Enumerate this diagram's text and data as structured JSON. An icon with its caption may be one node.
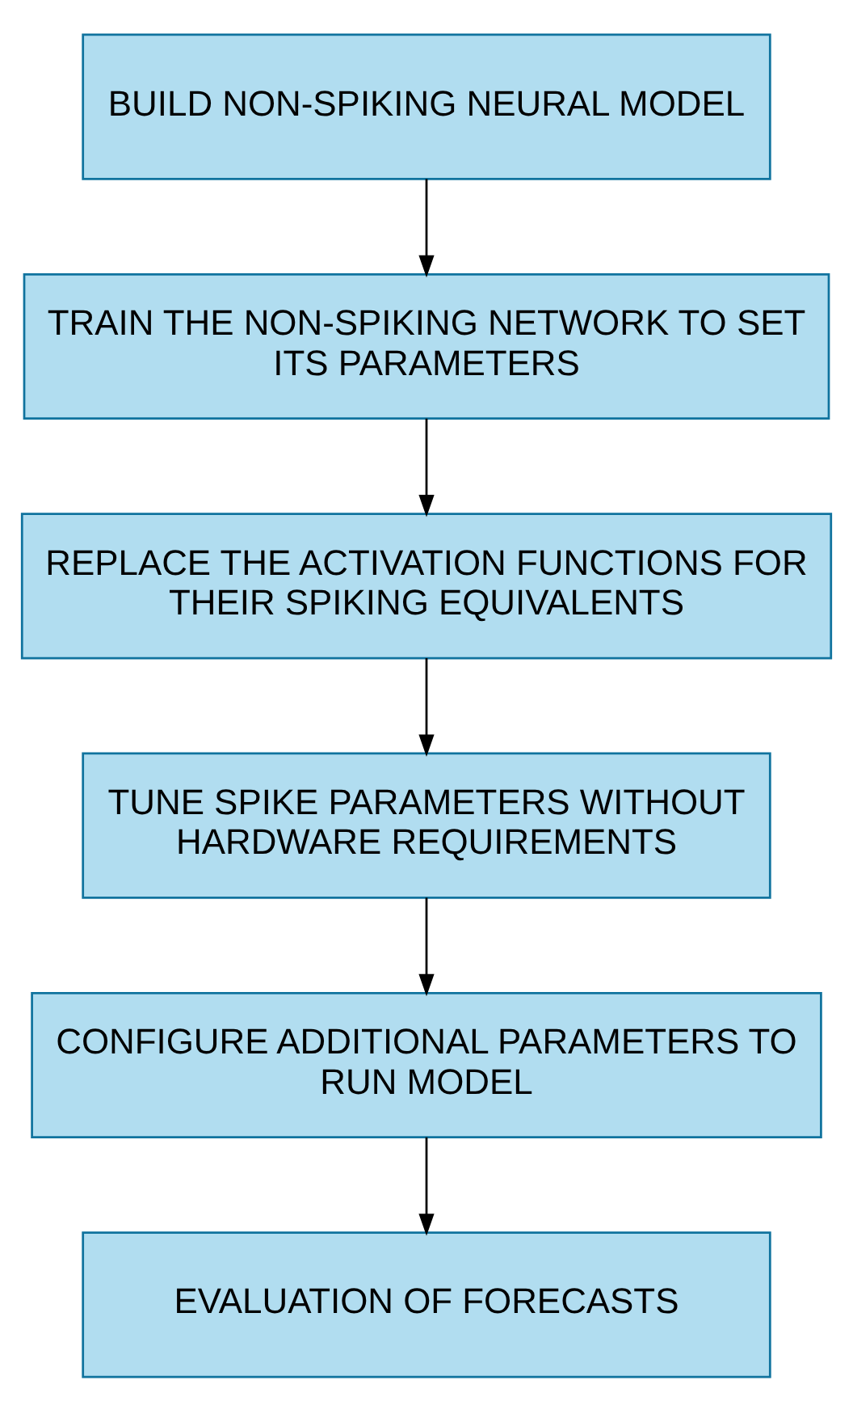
{
  "diagram": {
    "nodes": [
      {
        "text": [
          "BUILD NON-SPIKING NEURAL MODEL"
        ]
      },
      {
        "text": [
          "TRAIN THE NON-SPIKING NETWORK TO SET ITS PARAMETERS"
        ]
      },
      {
        "text": [
          "REPLACE THE ACTIVATION FUNCTIONS FOR THEIR SPIKING EQUIVALENTS"
        ]
      },
      {
        "text": [
          "TUNE SPIKE PARAMETERS WITHOUT HARDWARE REQUIREMENTS"
        ]
      },
      {
        "text": [
          "CONFIGURE ADDITIONAL PARAMETERS TO RUN MODEL"
        ]
      },
      {
        "text": [
          "EVALUATION OF FORECASTS"
        ]
      }
    ],
    "edges": [
      {
        "from": 0,
        "to": 1,
        "arrow": "to"
      },
      {
        "from": 1,
        "to": 2,
        "arrow": "to"
      },
      {
        "from": 2,
        "to": 3,
        "arrow": "to"
      },
      {
        "from": 3,
        "to": 4,
        "arrow": "to"
      },
      {
        "from": 4,
        "to": 5,
        "arrow": "to"
      }
    ]
  }
}
